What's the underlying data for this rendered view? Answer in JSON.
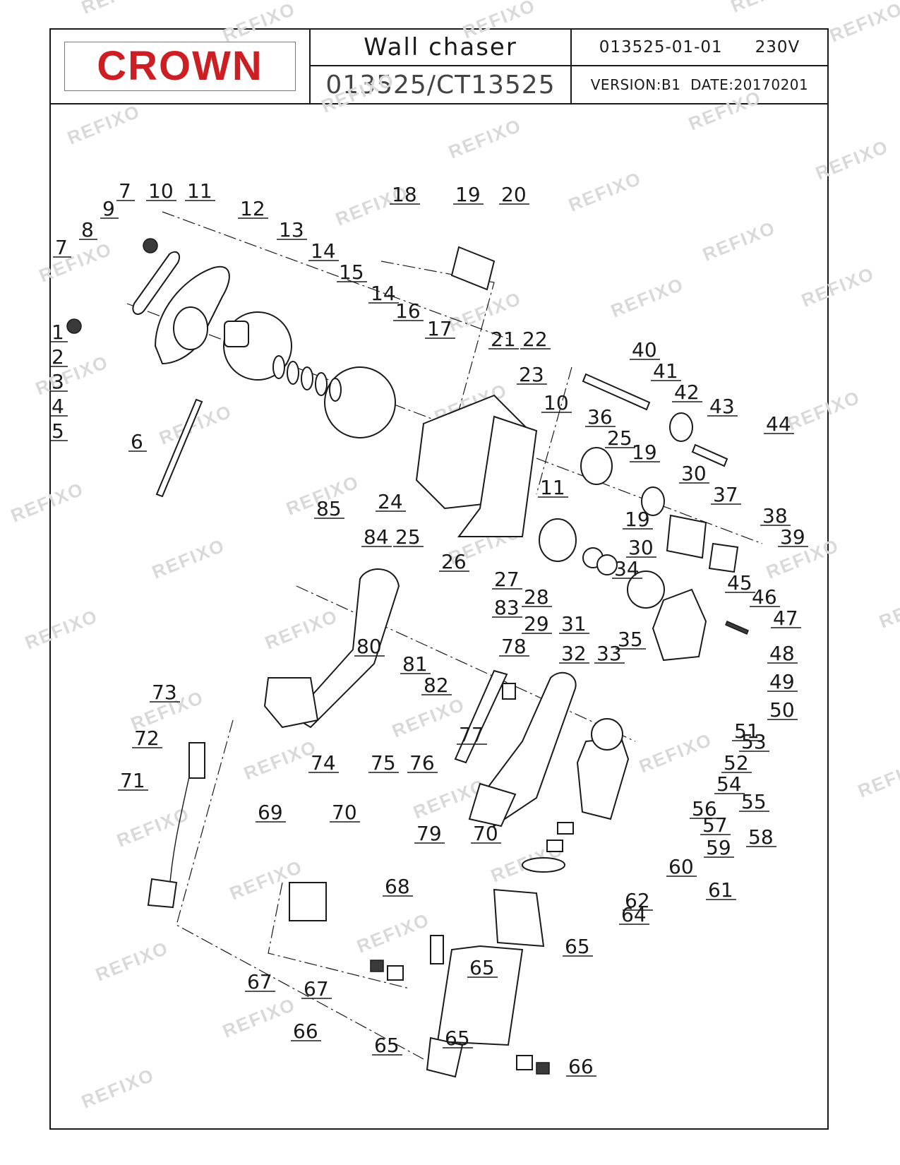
{
  "brand": "CROWN",
  "title_block": {
    "product_name": "Wall chaser",
    "model": "013525/CT13525",
    "drawing_code": "013525-01-01",
    "voltage": "230V",
    "version": "VERSION:B1",
    "date": "DATE:20170201"
  },
  "watermark": "REFIXO",
  "part_labels": [
    "1",
    "2",
    "3",
    "4",
    "5",
    "6",
    "7",
    "7",
    "8",
    "9",
    "10",
    "10",
    "11",
    "11",
    "12",
    "13",
    "14",
    "14",
    "15",
    "16",
    "17",
    "18",
    "19",
    "19",
    "19",
    "20",
    "21",
    "22",
    "23",
    "24",
    "25",
    "25",
    "26",
    "27",
    "28",
    "29",
    "30",
    "30",
    "31",
    "32",
    "33",
    "34",
    "35",
    "36",
    "37",
    "38",
    "39",
    "40",
    "41",
    "42",
    "43",
    "44",
    "45",
    "46",
    "47",
    "48",
    "49",
    "50",
    "51",
    "52",
    "53",
    "54",
    "55",
    "56",
    "57",
    "58",
    "59",
    "60",
    "61",
    "62",
    "64",
    "65",
    "65",
    "65",
    "65",
    "66",
    "66",
    "67",
    "67",
    "68",
    "69",
    "70",
    "70",
    "71",
    "72",
    "73",
    "74",
    "75",
    "76",
    "77",
    "78",
    "79",
    "80",
    "81",
    "82",
    "83",
    "84",
    "85"
  ],
  "colors": {
    "logo_red": "#cc1f24",
    "line": "#1a1a1a",
    "watermark": "#d9d9d9"
  }
}
